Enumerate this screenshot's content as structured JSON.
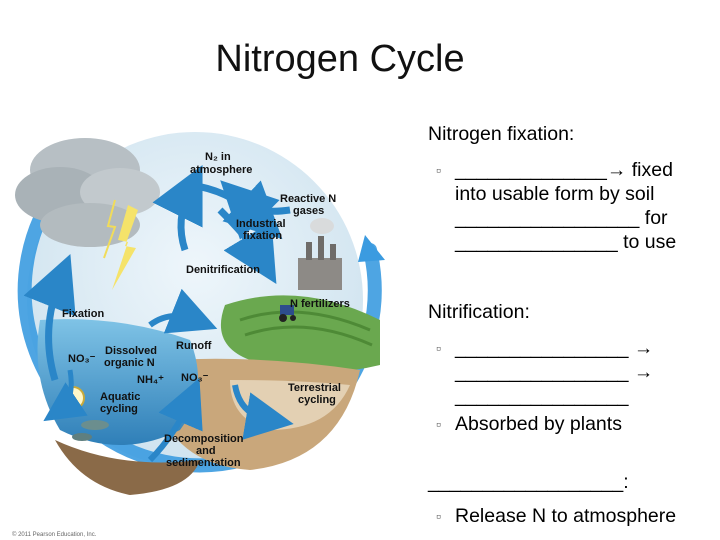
{
  "title": "Nitrogen Cycle",
  "diagram": {
    "labels": {
      "n2_line1": "N₂ in",
      "n2_line2": "atmosphere",
      "reactive_line1": "Reactive N",
      "reactive_line2": "gases",
      "industrial_line1": "Industrial",
      "industrial_line2": "fixation",
      "denitrification": "Denitrification",
      "fixation": "Fixation",
      "n_fertilizers": "N fertilizers",
      "no3_left": "NO₃⁻",
      "dissolved_line1": "Dissolved",
      "dissolved_line2": "organic N",
      "runoff": "Runoff",
      "nh4": "NH₄⁺",
      "no3_mid": "NO₃⁻",
      "aquatic_line1": "Aquatic",
      "aquatic_line2": "cycling",
      "terrestrial_line1": "Terrestrial",
      "terrestrial_line2": "cycling",
      "decomp_line1": "Decomposition",
      "decomp_line2": "and",
      "decomp_line3": "sedimentation",
      "copyright": "© 2011 Pearson Education, Inc."
    }
  },
  "notes": {
    "fixation_heading": "Nitrogen fixation:",
    "fixation_bullet": "______________→ fixed\ninto usable form by soil\n_________________ for\n_______________ to use",
    "nitrification_heading": "Nitrification:",
    "nitrification_bullet": "________________ →\n________________ →\n________________",
    "absorbed_bullet": "Absorbed by plants",
    "blank_heading": "__________________:",
    "release_bullet": "Release N to atmosphere",
    "bullet_mark": "▫"
  }
}
